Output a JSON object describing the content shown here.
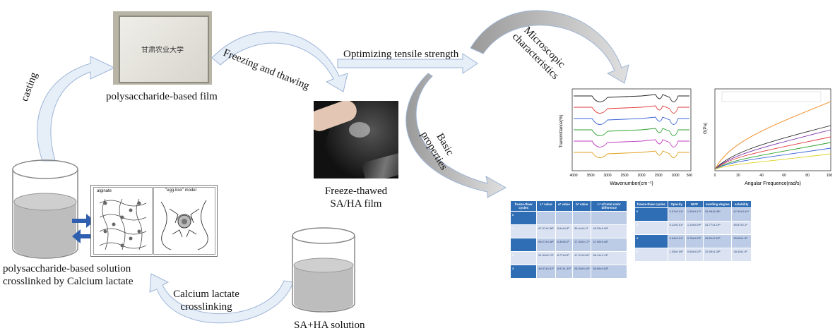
{
  "labels": {
    "film": "polysaccharide-based film",
    "casting": "casting",
    "freezing": "Freezing and thawing",
    "optimizing": "Optimizing tensile strength",
    "microscopic": "Microscopic characteristics",
    "basic": "Basic properties",
    "freeze_thawed_1": "Freeze-thawed",
    "freeze_thawed_2": "SA/HA film",
    "solution_1": "polysaccharide-based solution",
    "solution_2": "crosslinked by Calcium lactate",
    "calcium_1": "Calcium lactate",
    "calcium_2": "crosslinking",
    "saha": "SA+HA solution"
  },
  "film_photo_text": "甘肃农业大学",
  "model_inset": {
    "left_label": "alginate",
    "right_label": "\"egg-box\" model"
  },
  "ftir_chart": {
    "ylabel": "Transmittance(%)",
    "xlabel": "Wavenumber(cm⁻¹)",
    "x_ticks": [
      "4000",
      "3500",
      "3000",
      "2500",
      "2000",
      "1500",
      "1000",
      "500"
    ]
  },
  "rheo_chart": {
    "ylabel": "G(Pa)",
    "xlabel": "Angular Frequence(rad/s)",
    "x_ticks": [
      "0",
      "20",
      "40",
      "60",
      "80",
      "100"
    ]
  },
  "table_color": {
    "header": [
      "freeze-thaw cycles",
      "L* value",
      "a* value",
      "b* value",
      "L* of total color difference"
    ],
    "rows": [
      [
        "0",
        "",
        "",
        "",
        ""
      ],
      [
        "1",
        "67.97±0.38ᵇ",
        "5.54±0.3ᵇ",
        "35.44±0.1ᵇ",
        "45.25±0.09ᵇ"
      ],
      [
        "",
        "65.27±0.48ᵇ",
        "6.30±0.2ᵇ",
        "17.30±0.17ᵇ",
        "47.06±0.48ᶜ"
      ],
      [
        "2",
        "51.53±0.73ᵇ",
        "8.77±0.5ᵇ",
        "17.97±0.51ᵇ",
        "56.11±1.74ᵇ"
      ],
      [
        "3",
        "49.97±0.51ᵇ",
        "8.97±1.32ᵇ",
        "28.30±0.44ᵇ",
        "58.96±0.53ᵇ"
      ]
    ]
  },
  "table_props": {
    "header": [
      "freeze-thaw cycles",
      "Opacity",
      "WVP",
      "swelling degree",
      "solubility"
    ],
    "rows": [
      [
        "0",
        "0.07±0.01ᵃ",
        "1.30±0.17ᵃ",
        "51.96±3.38ᵃ",
        "47.92±3.41ᵃ"
      ],
      [
        "1",
        "0.12±0.01ᵃ",
        "1.10±0.09ᵃ",
        "51.77±1.19ᵃ",
        "45.57±2.1ᵃ"
      ],
      [
        "2",
        "0.64±0.01ᵃ",
        "0.78±0.03ᵇ",
        "45.51±2.62ᵇ",
        "39.53±1.5ᵇ"
      ],
      [
        "3",
        "1.35±0.05ᵇ",
        "0.55±0.02ᵇ",
        "32.59±1.35ᵇ",
        "28.40±1.9ᵇ"
      ]
    ]
  },
  "colors": {
    "arrow_light": "#e6eef8",
    "arrow_stroke": "#9db4d6",
    "arrow_grey": "#c9c9c9",
    "blue_arrow": "#2f5fae",
    "beaker_liquid": "#bdbdbd",
    "table_header": "#2f6db4",
    "table_cell": "#bccbe6"
  }
}
